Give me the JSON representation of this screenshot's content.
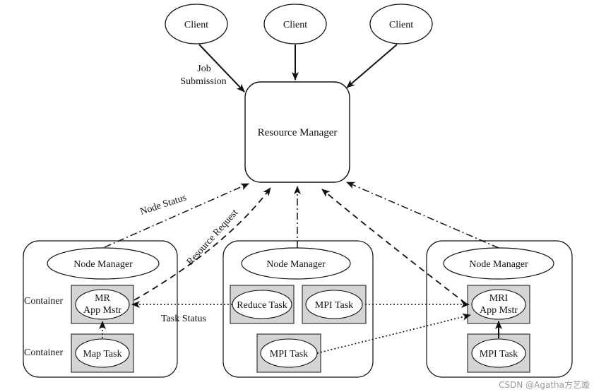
{
  "clients": [
    "Client",
    "Client",
    "Client"
  ],
  "resource_manager": "Resource Manager",
  "edge_labels": {
    "job_submission": [
      "Job",
      "Submission"
    ],
    "node_status": "Node Status",
    "resource_request": "Resource Request",
    "task_status": "Task Status"
  },
  "nodes": [
    {
      "manager": "Node Manager",
      "containers": [
        "Container",
        "Container"
      ],
      "app_master": [
        "MR",
        "App Mstr"
      ],
      "task": "Map Task"
    },
    {
      "manager": "Node Manager",
      "tasks": [
        "Reduce Task",
        "MPI Task",
        "MPI Task"
      ]
    },
    {
      "manager": "Node Manager",
      "app_master": [
        "MRI",
        "App Mstr"
      ],
      "task": "MPI Task"
    }
  ],
  "watermark": "CSDN @Agatha方艺璇",
  "colors": {
    "line": "#111111",
    "container_fill": "#d4d4d4",
    "ellipse_fill": "#ffffff",
    "watermark": "#9a9a9a"
  }
}
